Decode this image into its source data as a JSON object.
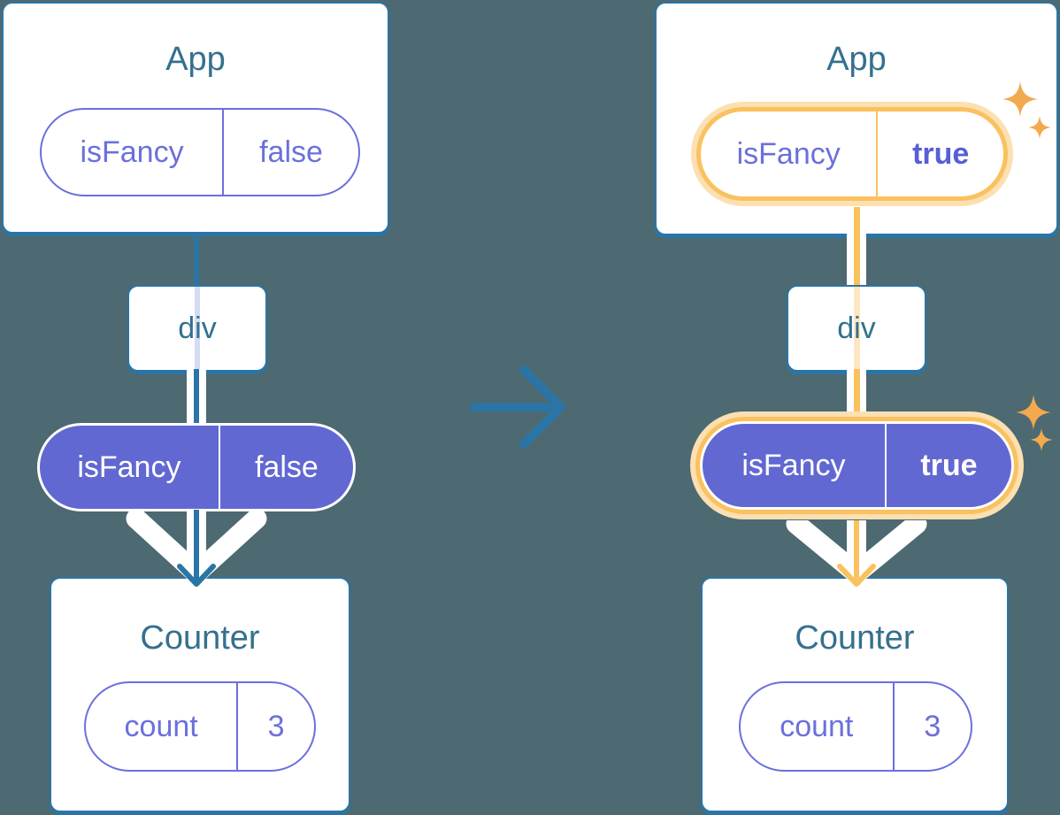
{
  "colors": {
    "background": "#4d6971",
    "card_stroke_blue": "#2b75a6",
    "component_label_teal": "#35708e",
    "prop_purple": "#6b70dc",
    "state_pill_fill": "#6268d2",
    "highlight_orange": "#fac15f",
    "highlight_orange_light": "#fce0b2",
    "sparkle_orange": "#f3a94e",
    "arrow_white": "#ffffff"
  },
  "before": {
    "app": {
      "title": "App",
      "prop": {
        "key": "isFancy",
        "value": "false"
      }
    },
    "container": {
      "label": "div"
    },
    "passed_prop": {
      "key": "isFancy",
      "value": "false"
    },
    "counter": {
      "title": "Counter",
      "state": {
        "key": "count",
        "value": "3"
      }
    }
  },
  "after": {
    "app": {
      "title": "App",
      "prop": {
        "key": "isFancy",
        "value": "true"
      }
    },
    "container": {
      "label": "div"
    },
    "passed_prop": {
      "key": "isFancy",
      "value": "true"
    },
    "counter": {
      "title": "Counter",
      "state": {
        "key": "count",
        "value": "3"
      }
    }
  },
  "icons": {
    "transition": "right-arrow-icon",
    "flow": "down-arrow-icon",
    "sparkle": "sparkle-icon"
  }
}
